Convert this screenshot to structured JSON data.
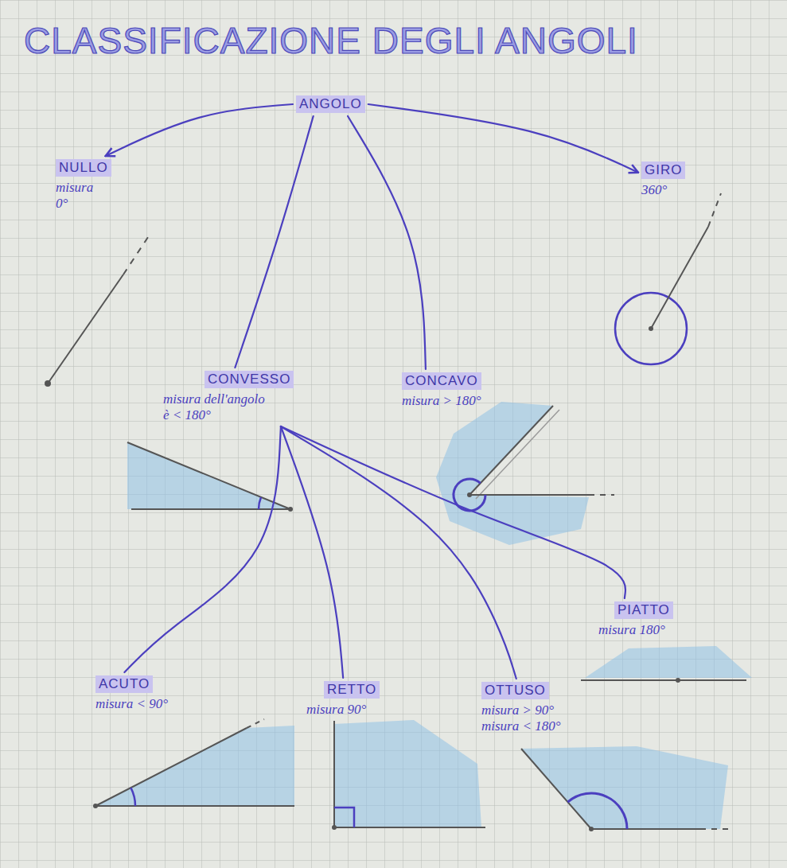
{
  "diagram": {
    "title": "CLASSIFICAZIONE DEGLI ANGOLI",
    "nodes": [
      {
        "text": [
          "ANGOLO"
        ]
      },
      {
        "text": [
          "NULLO",
          "misura 0°"
        ]
      },
      {
        "text": [
          "GIRO",
          "360°"
        ]
      },
      {
        "text": [
          "CONVESSO",
          "misura dell'angolo è < 180°"
        ]
      },
      {
        "text": [
          "CONCAVO",
          "misura > 180°"
        ]
      },
      {
        "text": [
          "PIATTO",
          "misura 180°"
        ]
      },
      {
        "text": [
          "ACUTO",
          "misura < 90°"
        ]
      },
      {
        "text": [
          "RETTO",
          "misura 90°"
        ]
      },
      {
        "text": [
          "OTTUSO",
          "misura > 90° misura < 180°"
        ]
      }
    ],
    "edges": [
      {
        "from": 0,
        "to": 1,
        "arrow": "to"
      },
      {
        "from": 0,
        "to": 2,
        "arrow": "to"
      },
      {
        "from": 0,
        "to": 3,
        "arrow": "none"
      },
      {
        "from": 0,
        "to": 4,
        "arrow": "none"
      },
      {
        "from": 3,
        "to": 6,
        "arrow": "none"
      },
      {
        "from": 3,
        "to": 7,
        "arrow": "none"
      },
      {
        "from": 3,
        "to": 8,
        "arrow": "none"
      },
      {
        "from": 3,
        "to": 5,
        "arrow": "none"
      }
    ]
  }
}
